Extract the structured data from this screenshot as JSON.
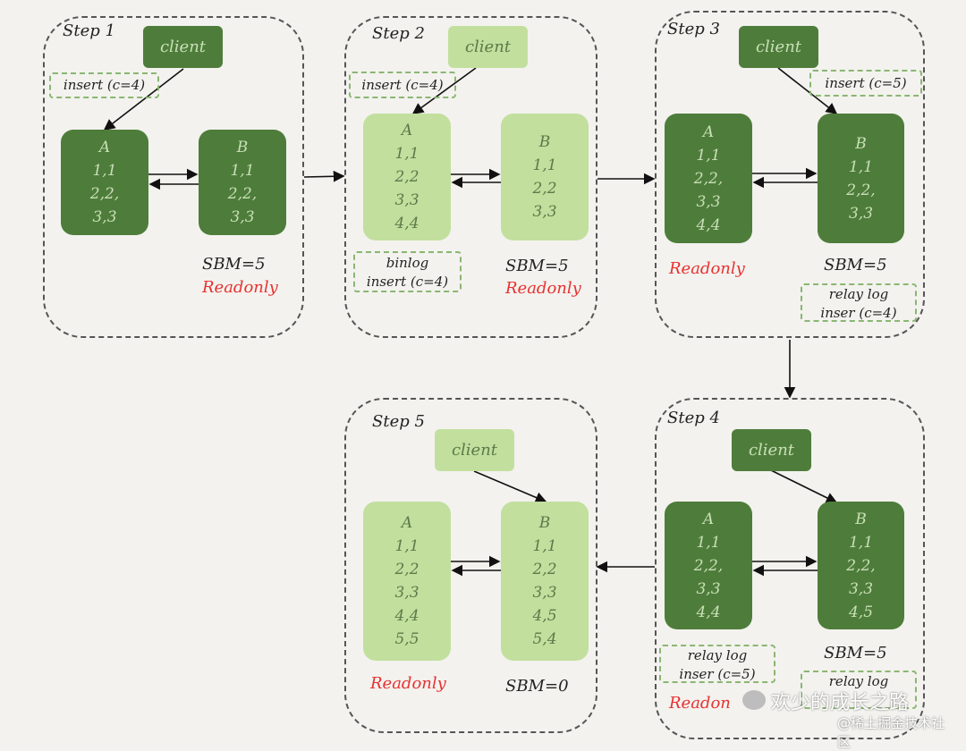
{
  "steps": [
    {
      "title": "Step 1",
      "client": "client",
      "insert_note": "insert (c=4)",
      "node_a": {
        "name": "A",
        "rows": [
          "1,1",
          "2,2,",
          "3,3"
        ]
      },
      "node_b": {
        "name": "B",
        "rows": [
          "1,1",
          "2,2,",
          "3,3"
        ]
      },
      "sbm": "SBM=5",
      "readonly": "Readonly"
    },
    {
      "title": "Step 2",
      "client": "client",
      "insert_note": "insert (c=4)",
      "node_a": {
        "name": "A",
        "rows": [
          "1,1",
          "2,2",
          "3,3",
          "4,4"
        ]
      },
      "node_b": {
        "name": "B",
        "rows": [
          "1,1",
          "2,2",
          "3,3"
        ]
      },
      "binlog": {
        "line1": "binlog",
        "line2": "insert (c=4)"
      },
      "sbm": "SBM=5",
      "readonly": "Readonly"
    },
    {
      "title": "Step 3",
      "client": "client",
      "insert_note": "insert (c=5)",
      "node_a": {
        "name": "A",
        "rows": [
          "1,1",
          "2,2,",
          "3,3",
          "4,4"
        ]
      },
      "node_b": {
        "name": "B",
        "rows": [
          "1,1",
          "2,2,",
          "3,3"
        ]
      },
      "readonly": "Readonly",
      "sbm": "SBM=5",
      "relay": {
        "line1": "relay log",
        "line2": "inser (c=4)"
      }
    },
    {
      "title": "Step 4",
      "client": "client",
      "node_a": {
        "name": "A",
        "rows": [
          "1,1",
          "2,2,",
          "3,3",
          "4,4"
        ]
      },
      "node_b": {
        "name": "B",
        "rows": [
          "1,1",
          "2,2,",
          "3,3",
          "4,5"
        ]
      },
      "relay_a": {
        "line1": "relay log",
        "line2": "inser (c=5)"
      },
      "sbm": "SBM=5",
      "relay_b": {
        "line1": "relay log"
      },
      "readonly": "Readon"
    },
    {
      "title": "Step 5",
      "client": "client",
      "node_a": {
        "name": "A",
        "rows": [
          "1,1",
          "2,2",
          "3,3",
          "4,4",
          "5,5"
        ]
      },
      "node_b": {
        "name": "B",
        "rows": [
          "1,1",
          "2,2",
          "3,3",
          "4,5",
          "5,4"
        ]
      },
      "readonly": "Readonly",
      "sbm": "SBM=0"
    }
  ],
  "watermark": {
    "line1": "欢少的成长之路",
    "line2": "@稀土掘金技术社区"
  },
  "colors": {
    "dark_green": "#4e7d3b",
    "light_green": "#c2df9e",
    "readonly_red": "#e63232",
    "note_border": "#8ab673"
  }
}
